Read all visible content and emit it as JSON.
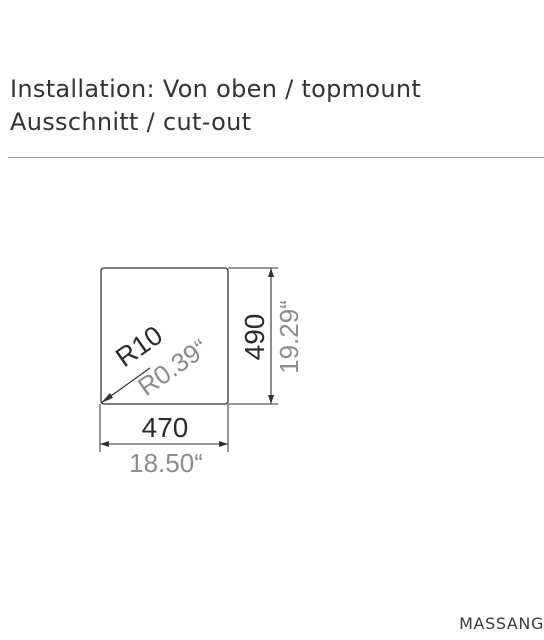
{
  "header": {
    "title_line1": "Installation: Von oben / topmount",
    "title_line2": "Ausschnitt / cut-out"
  },
  "diagram": {
    "width_mm": "470",
    "width_in": "18.50“",
    "height_mm": "490",
    "height_in": "19.29“",
    "radius_mm": "R10",
    "radius_in": "R0.39“"
  },
  "footer": {
    "brand_label": "MASSANG"
  },
  "colors": {
    "line": "#333333",
    "primary_text": "#2b2b2b",
    "secondary_text": "#8c8c8c",
    "divider": "#9a9a9a"
  }
}
